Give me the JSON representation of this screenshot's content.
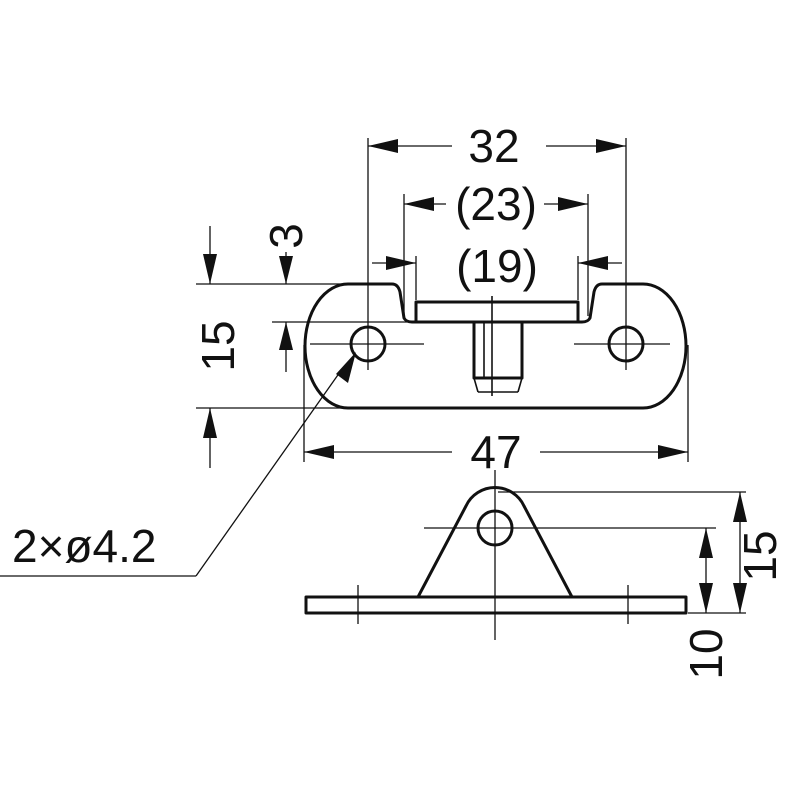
{
  "dimensions": {
    "top_width": "32",
    "inner_width_23": "(23)",
    "inner_width_19": "(19)",
    "depth_3": "3",
    "height_15_left": "15",
    "overall_length": "47",
    "hole_callout": "2×ø4.2",
    "side_height_15": "15",
    "side_height_10": "10"
  },
  "colors": {
    "line": "#111111",
    "background": "#ffffff"
  }
}
